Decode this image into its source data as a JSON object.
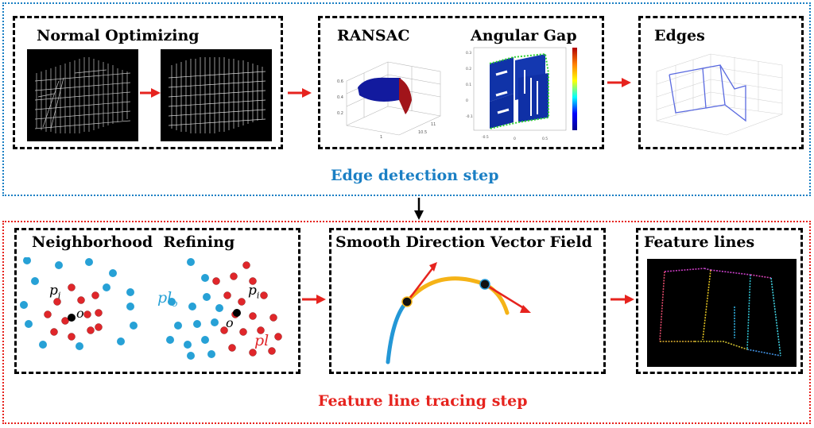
{
  "colors": {
    "edge_stage": "#1a7fc4",
    "tracing_stage": "#e6231e",
    "arrow_red": "#e6231e",
    "point_blue": "#27a1d6",
    "point_red": "#e0262a",
    "curve_blue": "#2397d6",
    "curve_orange": "#f5b317"
  },
  "edge_stage": {
    "label": "Edge detection step",
    "panels": {
      "normal_optimizing": {
        "title": "Normal Optimizing"
      },
      "ransac": {
        "title": "RANSAC",
        "title2": "Angular Gap"
      },
      "edges": {
        "title": "Edges"
      }
    }
  },
  "tracing_stage": {
    "label": "Feature line tracing step",
    "panels": {
      "neighborhood": {
        "title": "Neighborhood  Refining",
        "labels": {
          "pi_left": "p",
          "pi_left_sub": "i",
          "o_left": "o",
          "plo": "pl",
          "plo_sub": "o",
          "pi_right": "p",
          "pi_right_sub": "i",
          "o_right": "o",
          "pl": "pl"
        }
      },
      "vector_field": {
        "title": "Smooth Direction Vector Field"
      },
      "feature_lines": {
        "title": "Feature lines"
      }
    }
  },
  "icons": [
    "right-arrow-icon",
    "down-arrow-icon"
  ]
}
